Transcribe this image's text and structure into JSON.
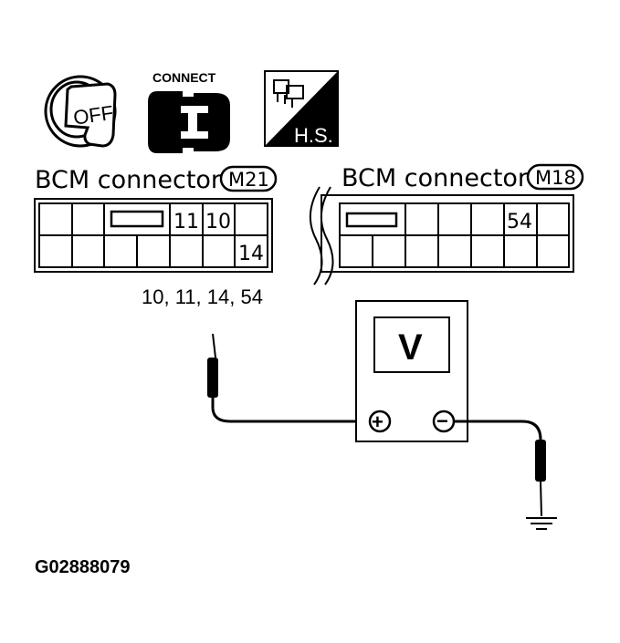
{
  "icons": {
    "ignition": {
      "icon": "ignition-key-off-icon",
      "text": "OFF"
    },
    "connect": {
      "icon": "connector-connect-icon",
      "text": "CONNECT"
    },
    "harness": {
      "icon": "harness-side-icon",
      "text": "H.S."
    }
  },
  "connectors": [
    {
      "title": "BCM connector",
      "code": "M21",
      "top_pins": [
        "11",
        "10"
      ],
      "bottom_pins": [
        "14"
      ]
    },
    {
      "title": "BCM connector",
      "code": "M18",
      "top_pins": [
        "54"
      ]
    }
  ],
  "probe_label": "10, 11, 14, 54",
  "meter": {
    "symbol": "V",
    "plus": "+",
    "minus": "−"
  },
  "figure_id": "G02888079"
}
